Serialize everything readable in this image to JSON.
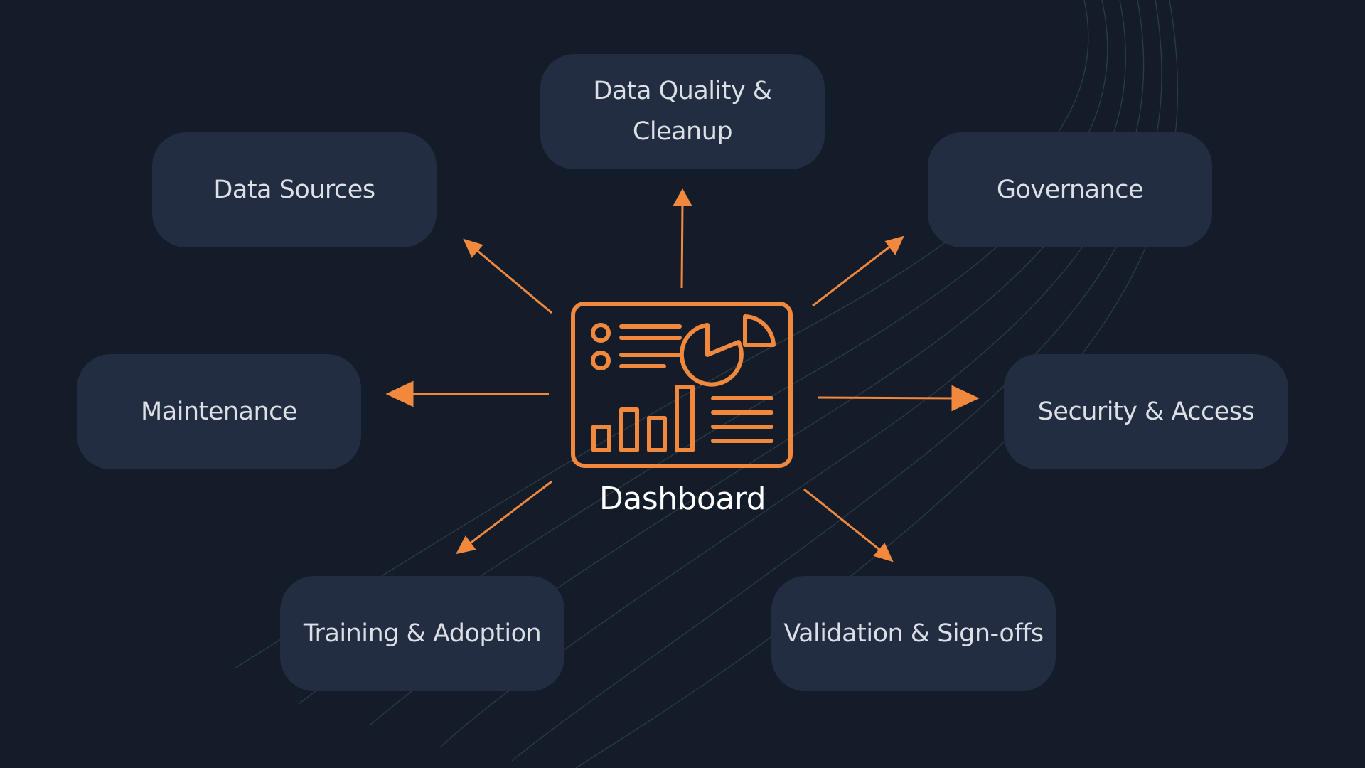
{
  "center": {
    "label": "Dashboard",
    "icon": "dashboard-icon"
  },
  "nodes": {
    "data_quality": "Data Quality & Cleanup",
    "data_sources": "Data Sources",
    "governance": "Governance",
    "maintenance": "Maintenance",
    "security": "Security & Access",
    "training": "Training & Adoption",
    "validation": "Validation & Sign-offs"
  },
  "colors": {
    "background": "#141c29",
    "node_fill": "#222d42",
    "accent": "#f0883e",
    "node_text": "#dcdfe5",
    "center_text": "#ffffff"
  }
}
